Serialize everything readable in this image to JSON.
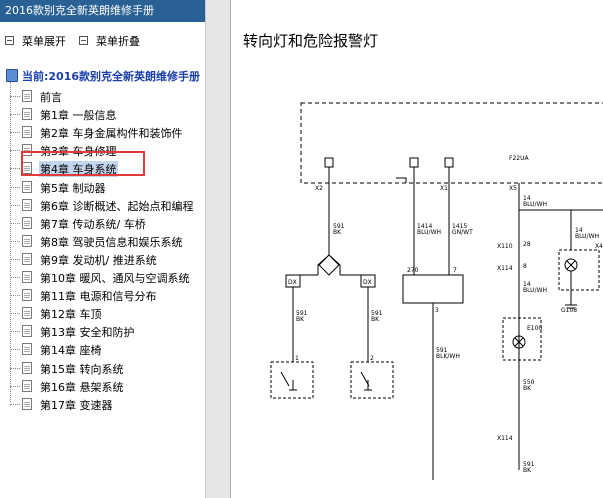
{
  "window": {
    "title": "2016款别克全新英朗维修手册"
  },
  "toolbar": {
    "expand_label": "菜单展开",
    "collapse_label": "菜单折叠"
  },
  "tree": {
    "root_label": "当前:2016款别克全新英朗维修手册",
    "items": [
      "前言",
      "第1章 一般信息",
      "第2章 车身金属构件和装饰件",
      "第3章 车身修理",
      "第4章 车身系统",
      "第5章 制动器",
      "第6章 诊断概述、起始点和编程",
      "第7章 传动系统/ 车桥",
      "第8章 驾驶员信息和娱乐系统",
      "第9章 发动机/ 推进系统",
      "第10章 暖风、通风与空调系统",
      "第11章 电源和信号分布",
      "第12章 车顶",
      "第13章 安全和防护",
      "第14章 座椅",
      "第15章 转向系统",
      "第16章 悬架系统",
      "第17章 变速器"
    ],
    "selected_index": 4
  },
  "document": {
    "heading": "转向灯和危险报警灯",
    "labels": {
      "x2": "X2",
      "x1": "X1",
      "x5": "X5",
      "fuse": "F22UA",
      "w1": "14",
      "w1b": "BLU/WH",
      "w2": "591",
      "w2b": "BK",
      "w3": "1414",
      "w3b": "BLU/WH",
      "w4": "1415",
      "w4b": "GN/WT",
      "ic1": "DX",
      "ic2": "DX",
      "w5": "591",
      "w5b": "BK",
      "w6": "591",
      "w6b": "BK",
      "x110": "X110",
      "x114": "X114",
      "x114b": "X114",
      "x4": "X4",
      "n28": "28",
      "n8": "8",
      "n14": "14",
      "n14b": "BLU/WH",
      "n14c": "14",
      "n14d": "BLU/WH",
      "w591": "591",
      "w591b": "BLK/WH",
      "w550": "550",
      "w550b": "BK",
      "w591c": "591",
      "w591d": "BK",
      "g108": "G108",
      "e100": "E100",
      "s270": "270",
      "j7": "7",
      "j3": "3",
      "pin1": "1",
      "pin2": "2"
    }
  }
}
